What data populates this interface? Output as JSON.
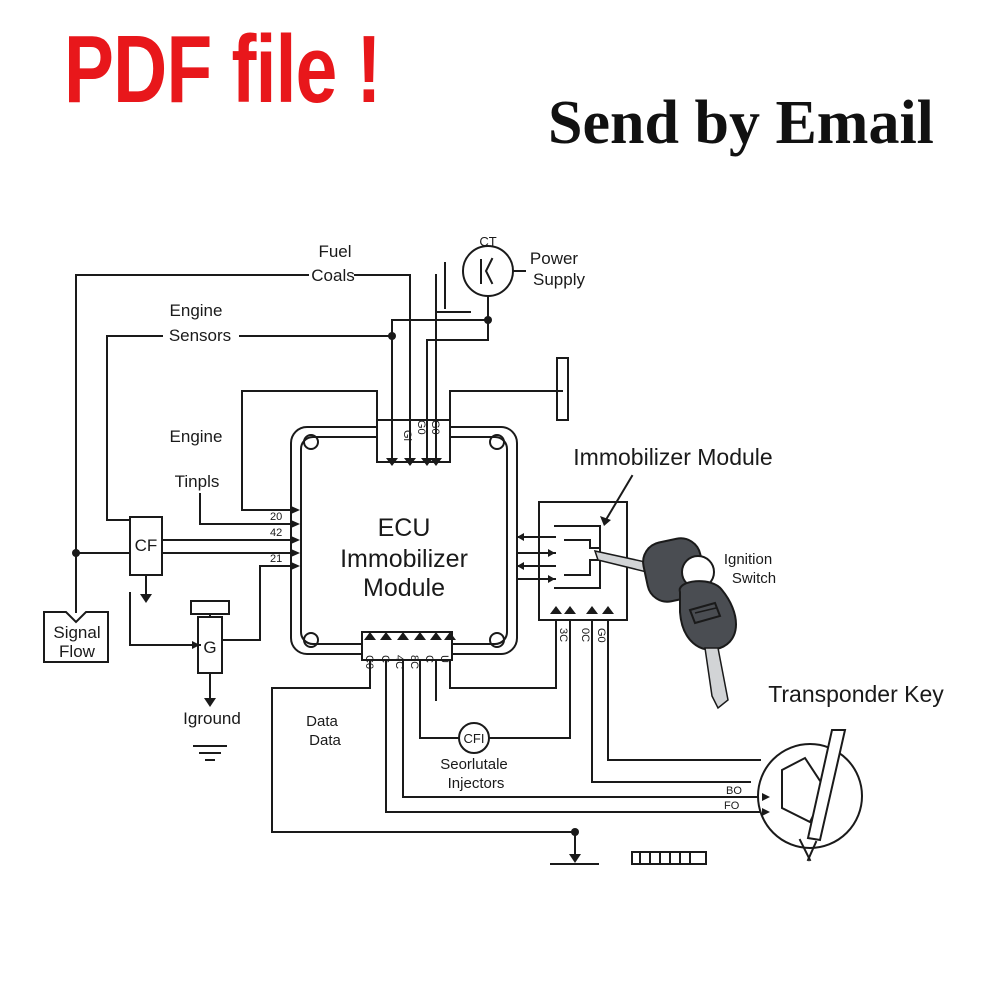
{
  "header": {
    "pdf_text": "PDF file !",
    "email_text": "Send by Email"
  },
  "colors": {
    "accent": "#e8171b",
    "ink": "#1a1a1a",
    "key_body": "#4a4d52",
    "key_blade": "#d2d4d6"
  },
  "diagram": {
    "ecu": {
      "line1": "ECU",
      "line2": "Immobilizer",
      "line3": "Module"
    },
    "fuel": {
      "line1": "Fuel",
      "line2": "Coals"
    },
    "ct": "CT",
    "power_supply": {
      "line1": "Power",
      "line2": "Supply"
    },
    "engine_sensors": {
      "line1": "Engine",
      "line2": "Sensors"
    },
    "engine_tinpls": {
      "line1": "Engine",
      "line2": "Tinpls"
    },
    "cf": "CF",
    "signal_flow": {
      "line1": "Signal",
      "line2": "Flow"
    },
    "g": "G",
    "iground": "Iground",
    "data_data": {
      "line1": "Data",
      "line2": "Data"
    },
    "cfi": "CFI",
    "injectors": {
      "line1": "Seorlutale",
      "line2": "Injectors"
    },
    "immobilizer_module": "Immobilizer Module",
    "ignition_switch": {
      "line1": "Ignition",
      "line2": "Switch"
    },
    "transponder_key": "Transponder Key",
    "pins_left": [
      "20",
      "42",
      "21"
    ],
    "pins_top": [
      "Gl",
      "G0",
      "G0"
    ],
    "pins_bottom": [
      "C0",
      "C",
      "4C",
      "8C",
      "C",
      "U"
    ],
    "pins_immobilizer": [
      "3C",
      "0C",
      "G0"
    ],
    "pins_ring": [
      "BO",
      "FO"
    ]
  }
}
